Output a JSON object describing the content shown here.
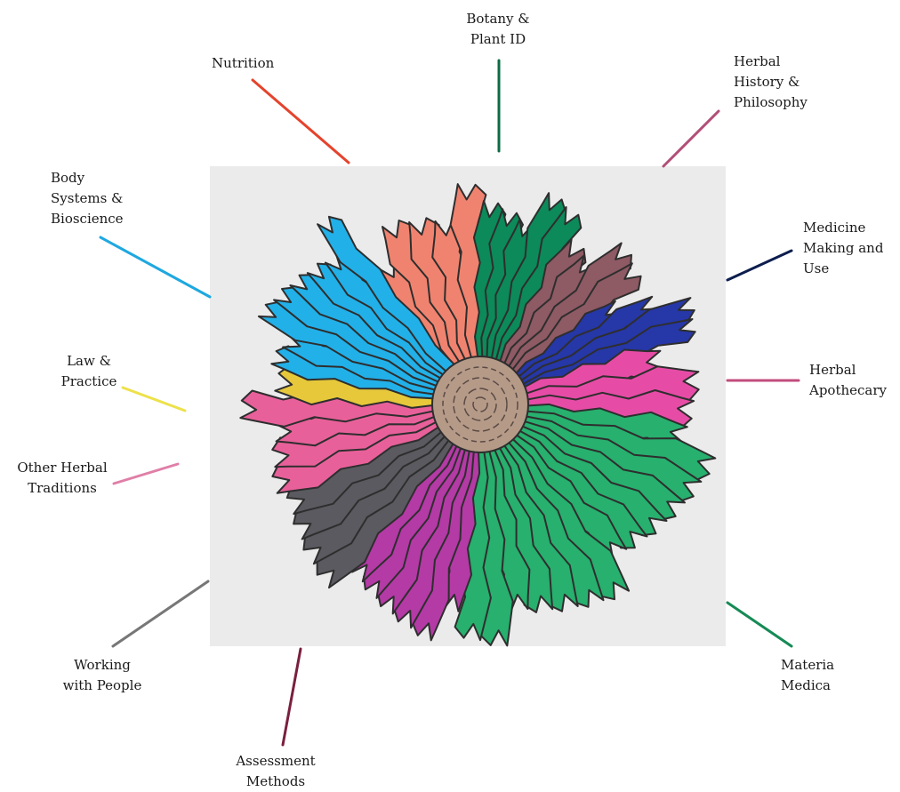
{
  "petal_outline": "#2e2e2e",
  "center_fill": "#b59a88",
  "categories": [
    {
      "id": "botany",
      "lines": [
        "Botany &",
        "Plant ID"
      ],
      "color": "#0e6b45",
      "fill": "#0c8a5a"
    },
    {
      "id": "history",
      "lines": [
        "Herbal",
        "History &",
        "Philosophy"
      ],
      "color": "#b04f78",
      "fill": "#8e5a64"
    },
    {
      "id": "medicine",
      "lines": [
        "Medicine",
        "Making and",
        "Use"
      ],
      "color": "#0d1d4e",
      "fill": "#2637a8"
    },
    {
      "id": "apothecary",
      "lines": [
        "Herbal",
        "Apothecary"
      ],
      "color": "#c24c7c",
      "fill": "#e64ca6"
    },
    {
      "id": "materia",
      "lines": [
        "Materia",
        "Medica"
      ],
      "color": "#168a55",
      "fill": "#27b06e"
    },
    {
      "id": "assessment",
      "lines": [
        "Assessment",
        "Methods"
      ],
      "color": "#7a1f3f",
      "fill": "#b43aa6"
    },
    {
      "id": "working",
      "lines": [
        "Working",
        "with People"
      ],
      "color": "#777777",
      "fill": "#5a5a60"
    },
    {
      "id": "other",
      "lines": [
        "Other Herbal",
        "Traditions"
      ],
      "color": "#e07fa8",
      "fill": "#e8609a"
    },
    {
      "id": "law",
      "lines": [
        "Law &",
        "Practice"
      ],
      "color": "#ede14a",
      "fill": "#e6c83a"
    },
    {
      "id": "body",
      "lines": [
        "Body",
        "Systems &",
        "Bioscience"
      ],
      "color": "#1fa8e0",
      "fill": "#22b0e8"
    },
    {
      "id": "nutrition",
      "lines": [
        "Nutrition"
      ],
      "color": "#e5432c",
      "fill": "#f0836f"
    }
  ]
}
